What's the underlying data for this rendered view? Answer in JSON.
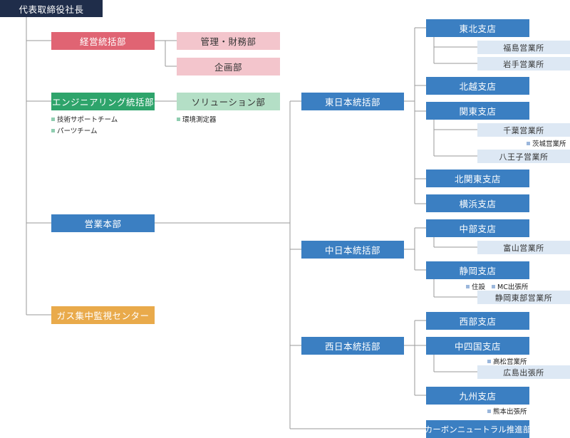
{
  "top": "代表取締役社長",
  "keiei": {
    "label": "経営統括部",
    "children": [
      "管理・財務部",
      "企画部"
    ]
  },
  "engineering": {
    "label": "エンジニアリング統括部",
    "teams": [
      "技術サポートチーム",
      "パーツチーム"
    ]
  },
  "solution": {
    "label": "ソリューション部",
    "teams": [
      "環境測定器"
    ]
  },
  "eigyo": "営業本部",
  "gas": "ガス集中監視センター",
  "east": {
    "label": "東日本統括部",
    "branches": {
      "tohoku": "東北支店",
      "fukushima": "福島営業所",
      "iwate": "岩手営業所",
      "hokuetsu": "北越支店",
      "kanto": "関東支店",
      "chiba": "千葉営業所",
      "ibaraki": "茨城営業所",
      "hachioji": "八王子営業所",
      "kitakanto": "北関東支店",
      "yokohama": "横浜支店"
    }
  },
  "central": {
    "label": "中日本統括部",
    "branches": {
      "chubu": "中部支店",
      "toyama": "富山営業所",
      "shizuoka": "静岡支店",
      "jusetsu": "住設",
      "mc": "MC出張所",
      "shizuoka_east": "静岡東部営業所"
    }
  },
  "west": {
    "label": "西日本統括部",
    "branches": {
      "seibu": "西部支店",
      "chushikoku": "中四国支店",
      "takamatsu": "高松営業所",
      "hiroshima": "広島出張所",
      "kyushu": "九州支店",
      "kumamoto": "熊本出張所"
    }
  },
  "carbon": "カーボンニュートラル推進部"
}
